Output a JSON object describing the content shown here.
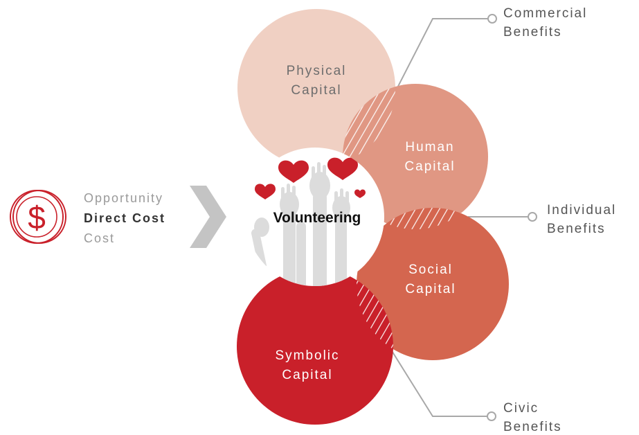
{
  "cost": {
    "icon": "dollar-coin-icon",
    "opportunity": "Opportunity",
    "direct": "Direct Cost",
    "cost": "Cost"
  },
  "center": {
    "label": "Volunteering",
    "icon": "raised-hands-hearts-icon"
  },
  "capitals": {
    "physical": [
      "Physical",
      "Capital"
    ],
    "human": [
      "Human",
      "Capital"
    ],
    "social": [
      "Social",
      "Capital"
    ],
    "symbolic": [
      "Symbolic",
      "Capital"
    ]
  },
  "benefits": {
    "commercial": [
      "Commercial",
      "Benefits"
    ],
    "individual": [
      "Individual",
      "Benefits"
    ],
    "civic": [
      "Civic",
      "Benefits"
    ]
  },
  "colors": {
    "physical": "#f0d0c3",
    "human": "#e09783",
    "social": "#d4664f",
    "symbolic": "#c9202a",
    "accent": "#c9202a",
    "connector": "#a8a8a8",
    "text": "#6d6d6d"
  }
}
